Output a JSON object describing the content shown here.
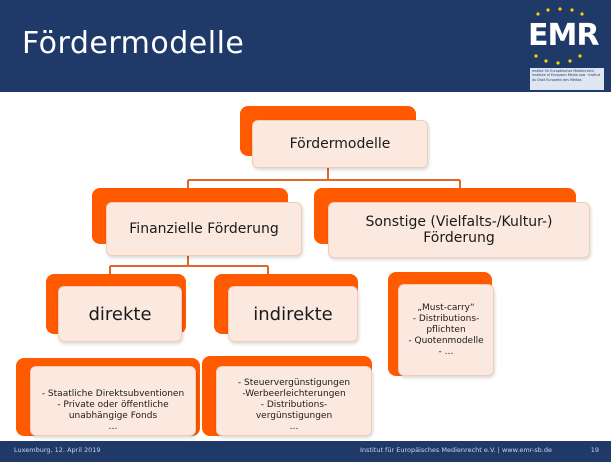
{
  "slide": {
    "title": "Fördermodelle",
    "logo_text": "EMR",
    "logo_subtitle": "Institut für Europäisches Medienrecht · Institute of European Media Law · Institut du Droit Européen des Médias",
    "colors": {
      "header": "#1f3a68",
      "accent": "#ff5a00",
      "box_fill": "#fbe9df",
      "connector": "#e2652a"
    }
  },
  "diagram": {
    "root": "Fördermodelle",
    "financial": "Finanzielle Förderung",
    "other": "Sonstige (Vielfalts-/Kultur-) Förderung",
    "direct": "direkte",
    "indirect": "indirekte",
    "direct_items": [
      "- Staatliche Direktsubventionen",
      "- Private oder öffentliche unabhängige Fonds",
      "…"
    ],
    "indirect_items": [
      "- Steuervergünstigungen",
      "-Werbeerleichterungen",
      "- Distributions-vergünstigungen",
      "…"
    ],
    "other_items": [
      "„Must-carry“",
      "- Distributions-pflichten",
      "- Quotenmodelle",
      "- …"
    ]
  },
  "footer": {
    "left": "Luxemburg, 12. April 2019",
    "right": "Institut für Europäisches Medienrecht e.V. | www.emr-sb.de",
    "page": "19"
  }
}
